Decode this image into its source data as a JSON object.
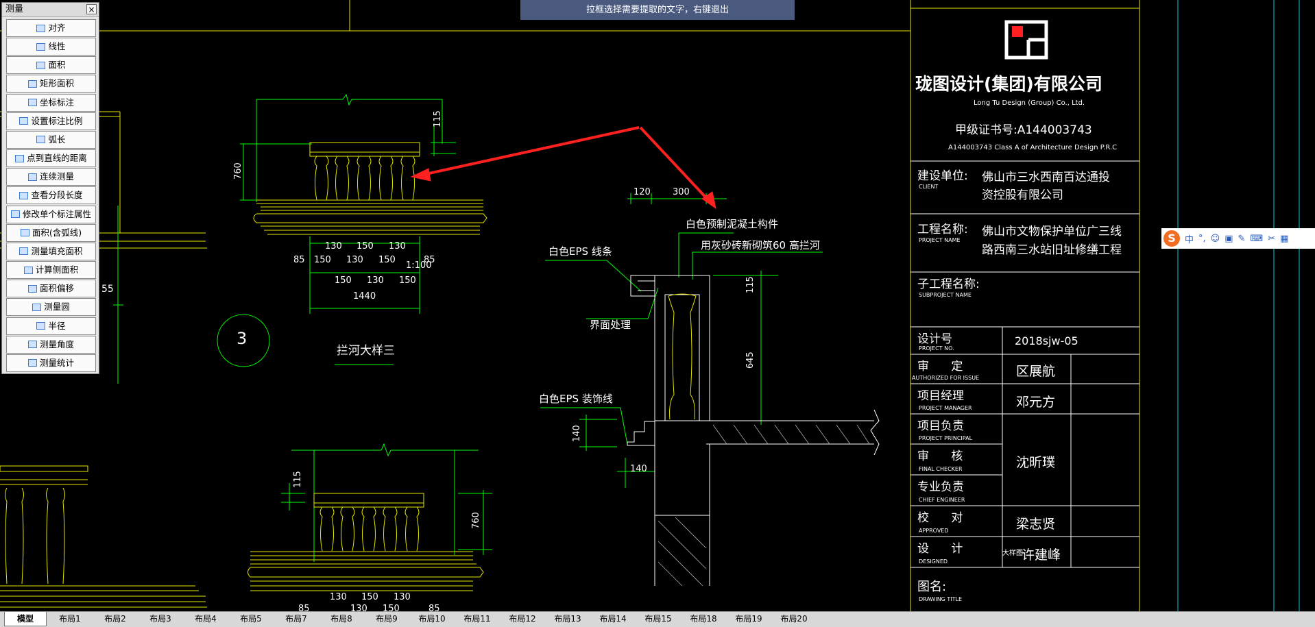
{
  "banner": {
    "text": "拉框选择需要提取的文字，右键退出"
  },
  "measure_panel": {
    "title": "测量",
    "close": "×",
    "items": [
      {
        "label": "对齐",
        "icon": "align-dimension-icon"
      },
      {
        "label": "线性",
        "icon": "linear-dimension-icon"
      },
      {
        "label": "面积",
        "icon": "area-icon"
      },
      {
        "label": "矩形面积",
        "icon": "rect-area-icon"
      },
      {
        "label": "坐标标注",
        "icon": "coordinate-icon"
      },
      {
        "label": "设置标注比例",
        "icon": "scale-icon"
      },
      {
        "label": "弧长",
        "icon": "arc-length-icon"
      },
      {
        "label": "点到直线的距离",
        "icon": "point-line-distance-icon"
      },
      {
        "label": "连续测量",
        "icon": "continuous-measure-icon"
      },
      {
        "label": "查看分段长度",
        "icon": "segment-length-icon"
      },
      {
        "label": "修改单个标注属性",
        "icon": "edit-dimension-icon"
      },
      {
        "label": "面积(含弧线)",
        "icon": "arc-area-icon"
      },
      {
        "label": "测量填充面积",
        "icon": "hatch-area-icon"
      },
      {
        "label": "计算侧面积",
        "icon": "side-area-icon"
      },
      {
        "label": "面积偏移",
        "icon": "area-offset-icon"
      },
      {
        "label": "测量圆",
        "icon": "circle-measure-icon"
      },
      {
        "label": "半径",
        "icon": "radius-icon"
      },
      {
        "label": "测量角度",
        "icon": "angle-icon"
      },
      {
        "label": "测量统计",
        "icon": "statistics-icon"
      }
    ]
  },
  "drawing": {
    "dims_top": {
      "d115": "115",
      "d760": "760",
      "d130a": "130",
      "d150a": "150",
      "d130b": "130",
      "d85a": "85",
      "d150b": "150",
      "d130c": "130",
      "d150c": "150",
      "d130d": "130",
      "d85b": "85",
      "scale": "1:100",
      "d150d": "150",
      "d130e": "130",
      "d150e": "150",
      "d1440": "1440",
      "d55": "55"
    },
    "detail_number": "3",
    "detail_title": "拦河大样三",
    "section": {
      "d120": "120",
      "d300": "300",
      "precast": "白色预制泥凝土构件",
      "masonry": "用灰砂砖新砌筑60  高拦河",
      "eps_line": "白色EPS 线条",
      "interface": "界面处理",
      "eps_deco": "白色EPS 装饰线",
      "d115": "115",
      "d645": "645",
      "d140a": "140",
      "d140b": "140"
    },
    "dims_bottom": {
      "d115": "115",
      "d760": "760",
      "d130a": "130",
      "d150a": "150",
      "d130b": "130",
      "d85a": "85",
      "d130c": "130",
      "d150b": "150",
      "d85b": "85"
    }
  },
  "title_block": {
    "company": "珑图设计(集团)有限公司",
    "company_en": "Long Tu Design (Group) Co., Ltd.",
    "cert": "甲级证书号:A144003743",
    "cert_en": "A144003743 Class A of Architecture Design P.R.C",
    "client_label": "建设单位:",
    "client_en": "CLIENT",
    "client_line1": "佛山市三水西南百达通投",
    "client_line2": "资控股有限公司",
    "project_label": "工程名称:",
    "project_en": "PROJECT NAME",
    "project_line1": "佛山市文物保护单位广三线",
    "project_line2": "路西南三水站旧址修缮工程",
    "subproject_label": "子工程名称:",
    "subproject_en": "SUBPROJECT NAME",
    "project_no_label": "设计号",
    "project_no_en": "PROJECT NO.",
    "project_no": "2018sjw-05",
    "authorized_label": "审      定",
    "authorized_en": "AUTHORIZED FOR ISSUE",
    "authorized": "区展航",
    "pm_label": "项目经理",
    "pm_en": "PROJECT MANAGER",
    "pm": "邓元方",
    "principal_label": "项目负责",
    "principal_en": "PROJECT PRINCIPAL",
    "checker_label": "审      核",
    "checker_en": "FINAL CHECKER",
    "checker": "沈昕璞",
    "chief_label": "专业负责",
    "chief_en": "CHIEF ENGINEER",
    "approved_label": "校      对",
    "approved_en": "APPROVED",
    "approved": "梁志贤",
    "designed_label": "设      计",
    "designed_en": "DESIGNED",
    "designed_prefix": "大样图",
    "designed": "许建峰",
    "drawing_title_label": "图名:",
    "drawing_title_en": "DRAWING TITLE"
  },
  "ime": {
    "logo": "S",
    "mode": "中",
    "punct": "°,"
  },
  "tabs": [
    "模型",
    "布局1",
    "布局2",
    "布局3",
    "布局4",
    "布局5",
    "布局7",
    "布局8",
    "布局9",
    "布局10",
    "布局11",
    "布局12",
    "布局13",
    "布局14",
    "布局15",
    "布局18",
    "布局19",
    "布局20"
  ],
  "colors": {
    "line_yellow": "#e6e600",
    "line_green": "#00ff00",
    "text_white": "#ffffff",
    "arrow_red": "#ff2020",
    "cyan": "#00c8d0"
  }
}
